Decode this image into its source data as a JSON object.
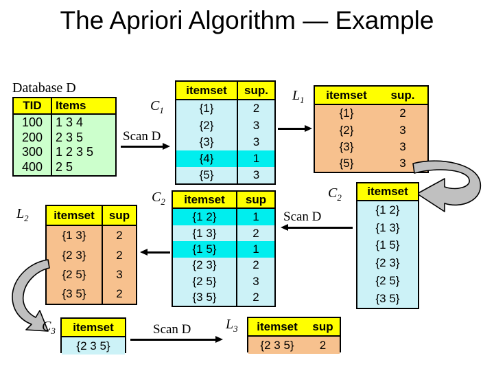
{
  "slide": {
    "title": "The Apriori Algorithm — Example",
    "background": "#ffffff"
  },
  "colors": {
    "header_yellow": "#FFFF00",
    "green_body": "#CCFFCC",
    "cyan_body": "#CCF2F7",
    "cyan_highlight": "#00EEEE",
    "orange_body": "#F7C18E",
    "arrow_gray": "#C0C0C0",
    "text": "#000000"
  },
  "database": {
    "label": "Database D",
    "headers": [
      "TID",
      "Items"
    ],
    "rows": [
      {
        "tid": "100",
        "items": "1 3 4"
      },
      {
        "tid": "200",
        "items": "2 3 5"
      },
      {
        "tid": "300",
        "items": "1 2 3 5"
      },
      {
        "tid": "400",
        "items": "2 5"
      }
    ]
  },
  "c1": {
    "label": "C",
    "label_sub": "1",
    "headers": [
      "itemset",
      "sup."
    ],
    "rows": [
      {
        "itemset": "{1}",
        "sup": "2",
        "highlight": false
      },
      {
        "itemset": "{2}",
        "sup": "3",
        "highlight": false
      },
      {
        "itemset": "{3}",
        "sup": "3",
        "highlight": false
      },
      {
        "itemset": "{4}",
        "sup": "1",
        "highlight": true
      },
      {
        "itemset": "{5}",
        "sup": "3",
        "highlight": false
      }
    ]
  },
  "l1": {
    "label": "L",
    "label_sub": "1",
    "headers": [
      "itemset",
      "sup."
    ],
    "rows": [
      {
        "itemset": "{1}",
        "sup": "2"
      },
      {
        "itemset": "{2}",
        "sup": "3"
      },
      {
        "itemset": "{3}",
        "sup": "3"
      },
      {
        "itemset": "{5}",
        "sup": "3"
      }
    ]
  },
  "c2_middle": {
    "label": "C",
    "label_sub": "2",
    "headers": [
      "itemset",
      "sup"
    ],
    "rows": [
      {
        "itemset": "{1 2}",
        "sup": "1",
        "highlight": true
      },
      {
        "itemset": "{1 3}",
        "sup": "2",
        "highlight": false
      },
      {
        "itemset": "{1 5}",
        "sup": "1",
        "highlight": true
      },
      {
        "itemset": "{2 3}",
        "sup": "2",
        "highlight": false
      },
      {
        "itemset": "{2 5}",
        "sup": "3",
        "highlight": false
      },
      {
        "itemset": "{3 5}",
        "sup": "2",
        "highlight": false
      }
    ]
  },
  "c2_right": {
    "label": "C",
    "label_sub": "2",
    "headers": [
      "itemset"
    ],
    "rows": [
      {
        "itemset": "{1 2}"
      },
      {
        "itemset": "{1 3}"
      },
      {
        "itemset": "{1 5}"
      },
      {
        "itemset": "{2 3}"
      },
      {
        "itemset": "{2 5}"
      },
      {
        "itemset": "{3 5}"
      }
    ]
  },
  "l2": {
    "label": "L",
    "label_sub": "2",
    "headers": [
      "itemset",
      "sup"
    ],
    "rows": [
      {
        "itemset": "{1 3}",
        "sup": "2"
      },
      {
        "itemset": "{2 3}",
        "sup": "2"
      },
      {
        "itemset": "{2 5}",
        "sup": "3"
      },
      {
        "itemset": "{3 5}",
        "sup": "2"
      }
    ]
  },
  "c3": {
    "label": "C",
    "label_sub": "3",
    "headers": [
      "itemset"
    ],
    "rows": [
      {
        "itemset": "{2 3 5}"
      }
    ]
  },
  "l3": {
    "label": "L",
    "label_sub": "3",
    "headers": [
      "itemset",
      "sup"
    ],
    "rows": [
      {
        "itemset": "{2 3 5}",
        "sup": "2"
      }
    ]
  },
  "arrows": {
    "scan1": "Scan D",
    "scan2": "Scan D",
    "scan3": "Scan D"
  }
}
